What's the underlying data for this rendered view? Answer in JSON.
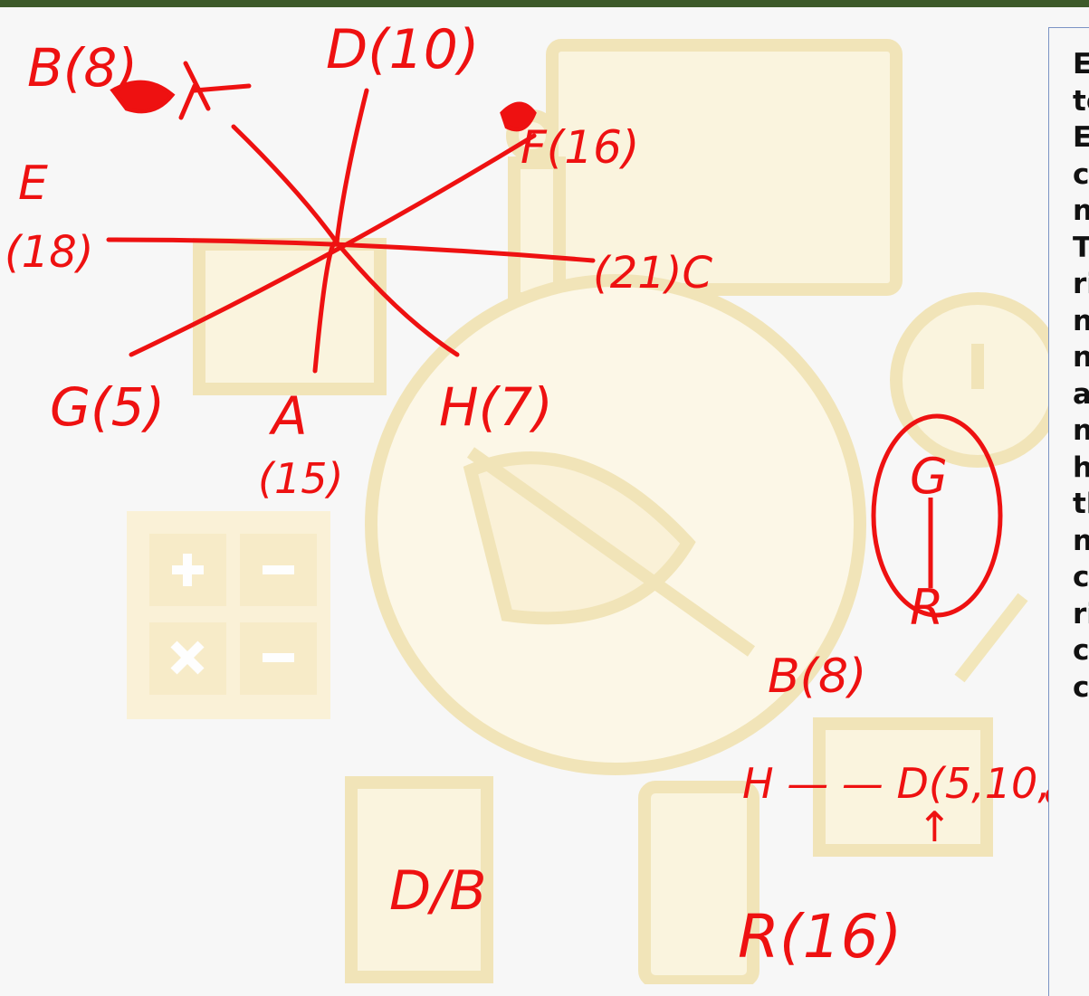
{
  "star_diagram": {
    "nodes": {
      "d": "D(10)",
      "b": "B(8)",
      "f": "F(16)",
      "e_letter": "E",
      "e_value": "(18)",
      "c": "(21)C",
      "g": "G(5)",
      "a_letter": "A",
      "a_value": "(15)",
      "h": "H(7)"
    }
  },
  "tree_fragment": {
    "g": "G",
    "r": "R",
    "b": "B(8)"
  },
  "chain_note": {
    "text": "H — — D(5,10,",
    "arrow": "↑"
  },
  "d_over_b": "D/B",
  "r_value": "R(16)",
  "side_text": {
    "lines": [
      "E",
      "to",
      "E",
      "c",
      "n",
      "T",
      "ri",
      "n",
      "n",
      "a",
      "n",
      "h",
      "th",
      "n",
      "c",
      "ri",
      "c",
      "c"
    ]
  },
  "colors": {
    "ink": "#ee1111",
    "watermark": "#fbf3d6",
    "watermark_stroke": "#f3e6b7",
    "top_bar": "#3d5a2a",
    "panel_border": "#7b93c4"
  }
}
